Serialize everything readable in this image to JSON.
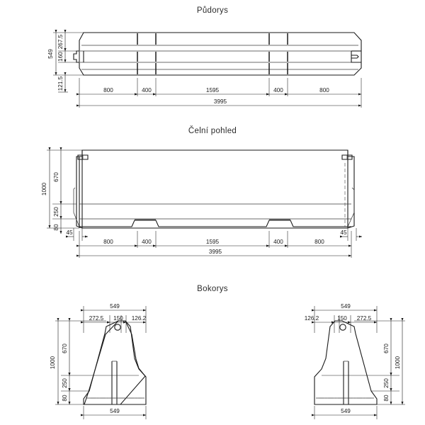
{
  "drawing": {
    "units": "mm",
    "line_color": "#1a1a1a",
    "background": "#ffffff",
    "views": [
      {
        "id": "plan",
        "title": "Půdorys",
        "vertical_dimensions": [
          "549",
          "267.5",
          "160",
          "121.5"
        ],
        "chain_dimensions": [
          "800",
          "400",
          "1595",
          "400",
          "800"
        ],
        "overall_dimension": "3995"
      },
      {
        "id": "front",
        "title": "Čelní pohled",
        "vertical_dimensions": [
          "1000",
          "670",
          "250",
          "80"
        ],
        "edge_dimensions": [
          "45",
          "45"
        ],
        "chain_dimensions": [
          "800",
          "400",
          "1595",
          "400",
          "800"
        ],
        "overall_dimension": "3995"
      },
      {
        "id": "side",
        "title": "Bokorys",
        "left": {
          "top_width": "549",
          "top_chain": [
            "272.5",
            "150",
            "126.2"
          ],
          "bottom_width": "549",
          "height_overall": "1000",
          "height_chain": [
            "670",
            "250",
            "80"
          ]
        },
        "right": {
          "top_width": "549",
          "top_chain": [
            "126.2",
            "150",
            "272.5"
          ],
          "bottom_width": "549",
          "height_overall": "1000",
          "height_chain": [
            "670",
            "250",
            "80"
          ]
        }
      }
    ]
  }
}
